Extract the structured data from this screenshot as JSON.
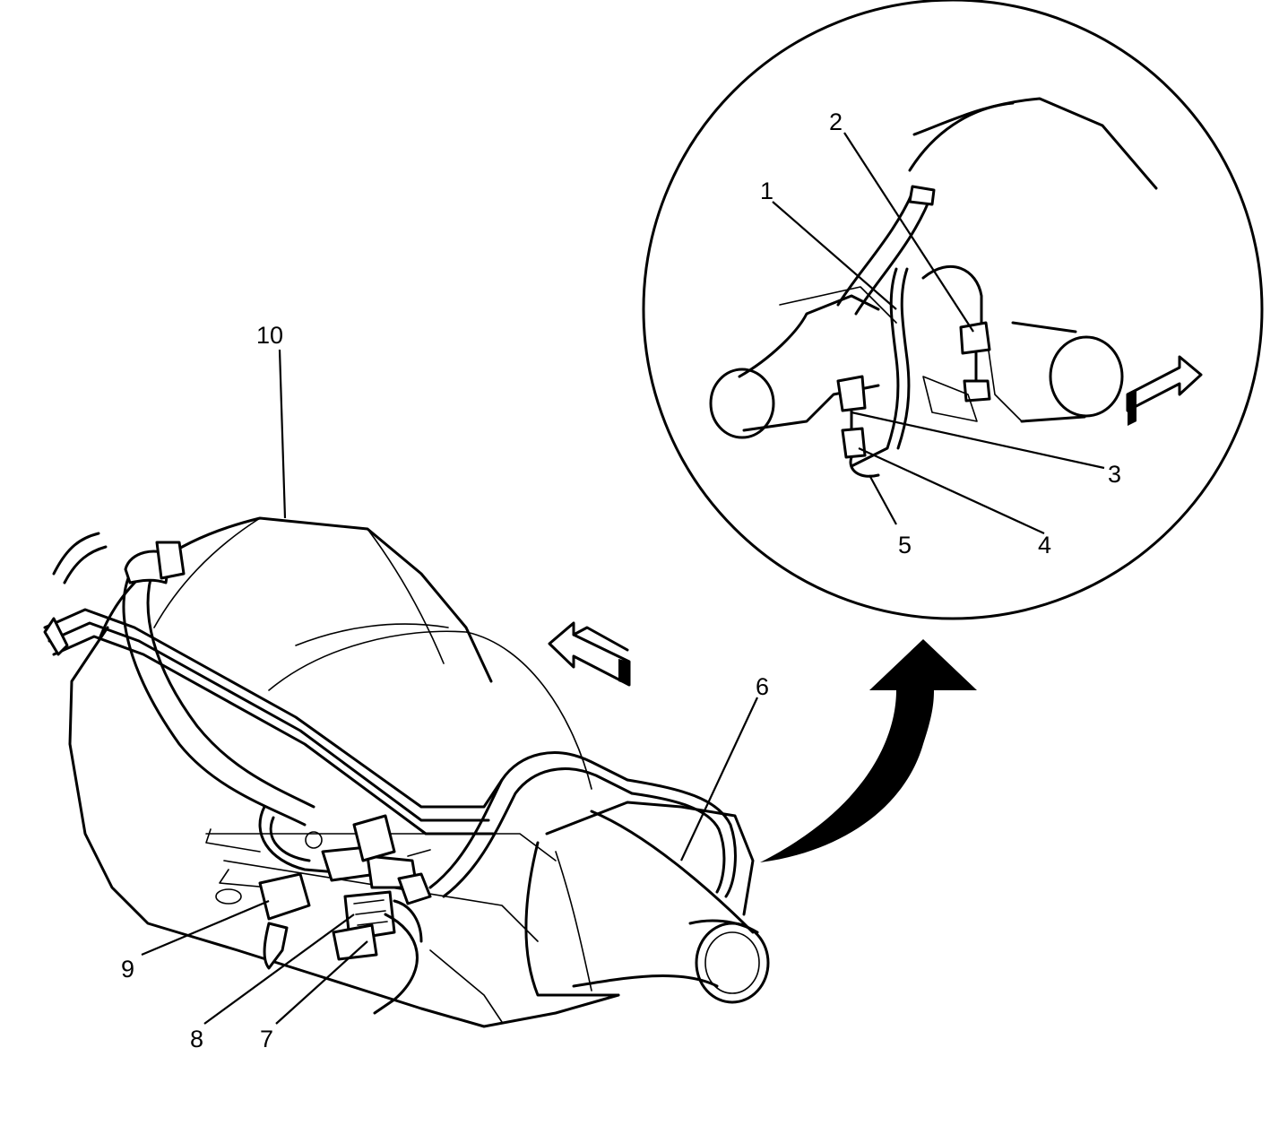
{
  "callouts": [
    {
      "id": "1",
      "text": "1"
    },
    {
      "id": "2",
      "text": "2"
    },
    {
      "id": "3",
      "text": "3"
    },
    {
      "id": "4",
      "text": "4"
    },
    {
      "id": "5",
      "text": "5"
    },
    {
      "id": "6",
      "text": "6"
    },
    {
      "id": "7",
      "text": "7"
    },
    {
      "id": "8",
      "text": "8"
    },
    {
      "id": "9",
      "text": "9"
    },
    {
      "id": "10",
      "text": "10"
    }
  ],
  "icons": {
    "forward_arrow_main": "front-direction-arrow-icon",
    "forward_arrow_detail": "front-direction-arrow-icon",
    "detail_pointer": "curved-detail-arrow-icon"
  },
  "colors": {
    "line": "#000000",
    "background": "#ffffff"
  }
}
